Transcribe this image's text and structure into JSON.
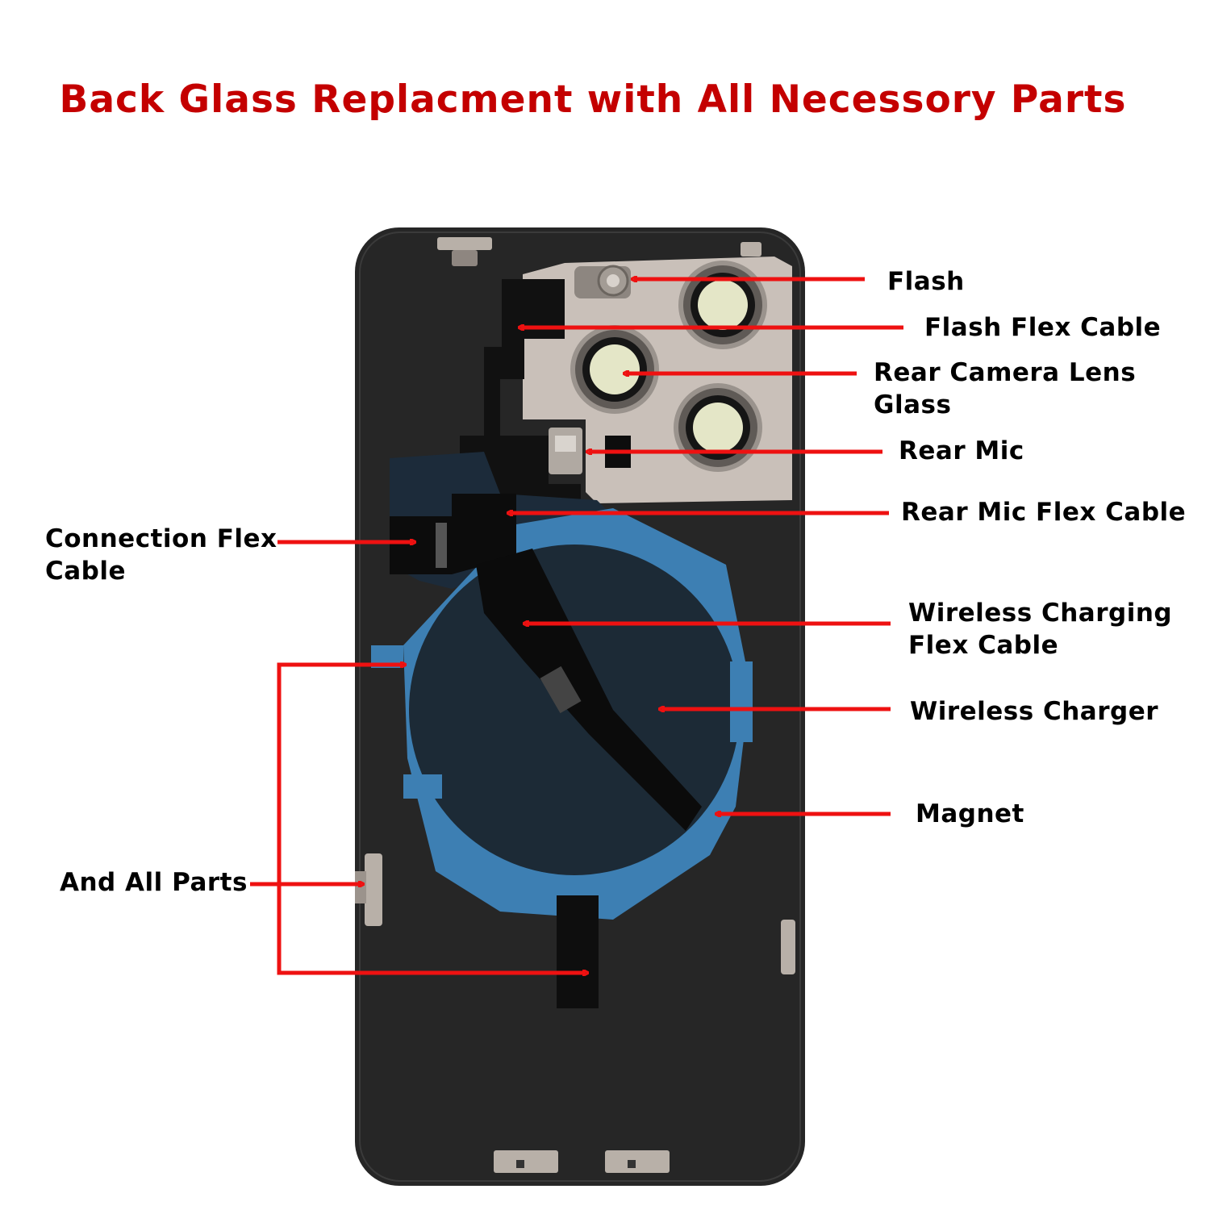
{
  "title": "Back Glass Replacment with All Necessory Parts",
  "colors": {
    "title": "#c40000",
    "arrow": "#ee1111",
    "glass": "#262626",
    "camera_plate": "#c9c0b9",
    "charger_film": "#3d7fb3",
    "charger_coil": "#1c2a36",
    "flex": "#111111",
    "bracket": "#b8b0a8"
  },
  "labels": {
    "flash": "Flash",
    "flash_flex": "Flash Flex Cable",
    "lens_line1": "Rear Camera Lens",
    "lens_line2": "Glass",
    "rear_mic": "Rear Mic",
    "rear_mic_flex": "Rear Mic Flex Cable",
    "connection_line1": "Connection Flex",
    "connection_line2": "Cable",
    "wc_flex_line1": "Wireless Charging",
    "wc_flex_line2": "Flex Cable",
    "wireless_charger": "Wireless Charger",
    "magnet": "Magnet",
    "all_parts": "And All Parts"
  }
}
